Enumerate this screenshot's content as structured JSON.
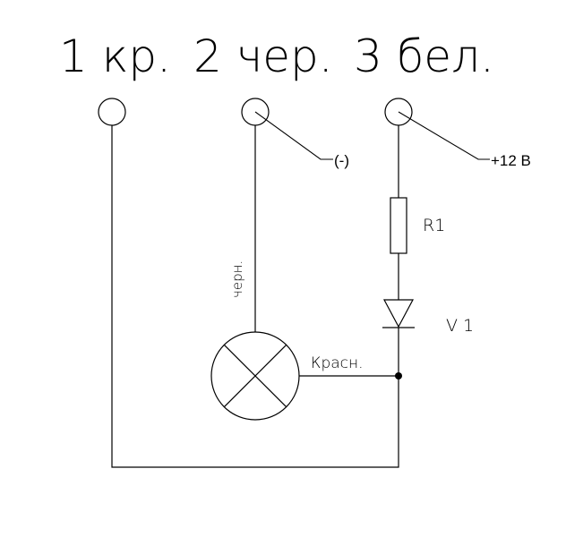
{
  "header": {
    "terminal_1": "1 кр.",
    "terminal_2": "2 чер.",
    "terminal_3": "3 бел."
  },
  "labels": {
    "negative": "(-)",
    "positive": "+12 В",
    "resistor": "R1",
    "diode": "V 1",
    "wire_black": "черн.",
    "wire_red": "Красн."
  },
  "colors": {
    "line": "#000000",
    "background": "#ffffff"
  }
}
